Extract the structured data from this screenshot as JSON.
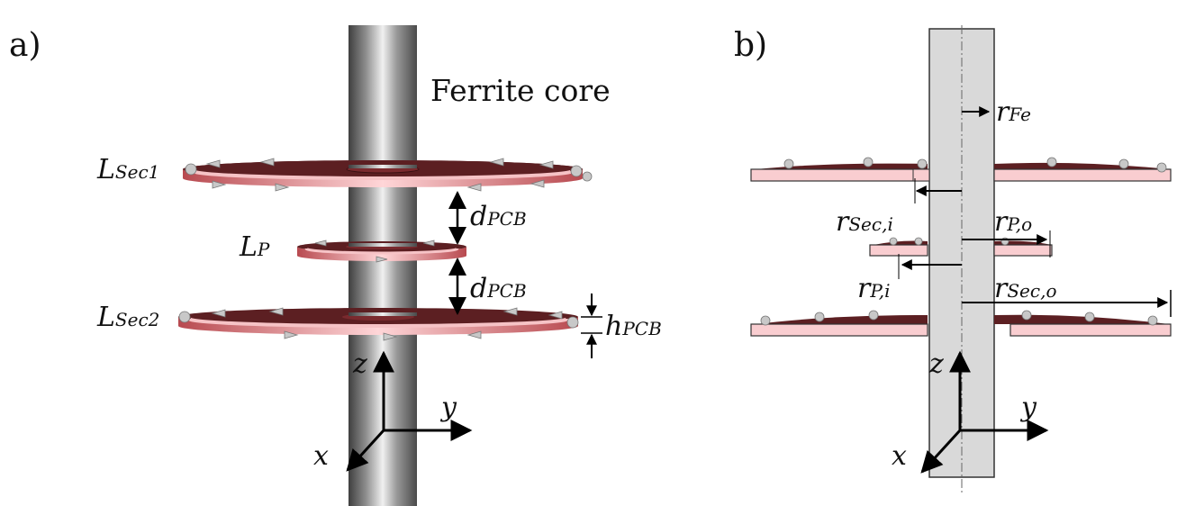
{
  "panel_a": {
    "label": "a)",
    "core_label": "Ferrite core",
    "coil_sec1": {
      "main": "L",
      "sub": "Sec1"
    },
    "coil_p": {
      "main": "L",
      "sub": "P"
    },
    "coil_sec2": {
      "main": "L",
      "sub": "Sec2"
    },
    "gap_top": {
      "main": "d",
      "sub": "PCB"
    },
    "gap_bottom": {
      "main": "d",
      "sub": "PCB"
    },
    "thickness": {
      "main": "h",
      "sub": "PCB"
    },
    "axis_z": "z",
    "axis_y": "y",
    "axis_x": "x"
  },
  "panel_b": {
    "label": "b)",
    "r_fe": {
      "main": "r",
      "sub": "Fe"
    },
    "r_sec_i": {
      "main": "r",
      "sub": "Sec,i"
    },
    "r_p_o": {
      "main": "r",
      "sub": "P,o"
    },
    "r_p_i": {
      "main": "r",
      "sub": "P,i"
    },
    "r_sec_o": {
      "main": "r",
      "sub": "Sec,o"
    },
    "axis_z": "z",
    "axis_y": "y",
    "axis_x": "x"
  },
  "colors": {
    "core_dark": "#5a5a5a",
    "core_light": "#e6e6e6",
    "coil_dark": "#5c1f22",
    "coil_light": "#f2b8bb",
    "pcb_section": "#f9cdd0",
    "core_section": "#d9d9d9"
  }
}
